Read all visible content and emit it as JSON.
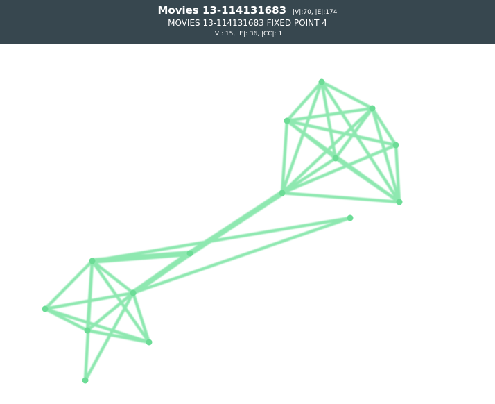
{
  "header": {
    "title": "Movies 13-114131683",
    "title_stats": "|V|:70, |E|:174",
    "subtitle": "MOVIES 13-114131683 FIXED POINT 4",
    "substats": "|V|: 15, |E|: 36, |CC|: 1"
  },
  "colors": {
    "header_bg": "#37474f",
    "edge": "#8ee8b0",
    "node": "#6cdc96"
  },
  "graph": {
    "nodes": [
      {
        "id": "n1"
      },
      {
        "id": "n2"
      },
      {
        "id": "n3"
      },
      {
        "id": "n4"
      },
      {
        "id": "n5"
      },
      {
        "id": "n6"
      },
      {
        "id": "n7"
      },
      {
        "id": "n8"
      },
      {
        "id": "n9"
      },
      {
        "id": "n10"
      },
      {
        "id": "n11"
      },
      {
        "id": "n12"
      },
      {
        "id": "n13"
      },
      {
        "id": "n14"
      },
      {
        "id": "n15"
      }
    ],
    "edges": [
      [
        "n1",
        "n2"
      ],
      [
        "n1",
        "n3"
      ],
      [
        "n1",
        "n5"
      ],
      [
        "n1",
        "n6"
      ],
      [
        "n1",
        "n7"
      ],
      [
        "n2",
        "n3"
      ],
      [
        "n2",
        "n4"
      ],
      [
        "n2",
        "n5"
      ],
      [
        "n2",
        "n6"
      ],
      [
        "n2",
        "n7"
      ],
      [
        "n3",
        "n4"
      ],
      [
        "n3",
        "n5"
      ],
      [
        "n3",
        "n6"
      ],
      [
        "n3",
        "n7"
      ],
      [
        "n4",
        "n6"
      ],
      [
        "n4",
        "n7"
      ],
      [
        "n5",
        "n6"
      ],
      [
        "n5",
        "n7"
      ],
      [
        "n6",
        "n7"
      ],
      [
        "n7",
        "n8"
      ],
      [
        "n8",
        "n9"
      ],
      [
        "n8",
        "n10"
      ],
      [
        "n9",
        "n10"
      ],
      [
        "n9",
        "n11"
      ],
      [
        "n9",
        "n12"
      ],
      [
        "n9",
        "n13"
      ],
      [
        "n9",
        "n14"
      ],
      [
        "n9",
        "n15"
      ],
      [
        "n10",
        "n11"
      ],
      [
        "n10",
        "n12"
      ],
      [
        "n10",
        "n13"
      ],
      [
        "n10",
        "n14"
      ],
      [
        "n10",
        "n15"
      ],
      [
        "n11",
        "n12"
      ],
      [
        "n11",
        "n13"
      ],
      [
        "n12",
        "n13"
      ]
    ],
    "heavy_edges": [
      [
        "n7",
        "n8"
      ],
      [
        "n8",
        "n9"
      ],
      [
        "n8",
        "n10"
      ]
    ]
  }
}
